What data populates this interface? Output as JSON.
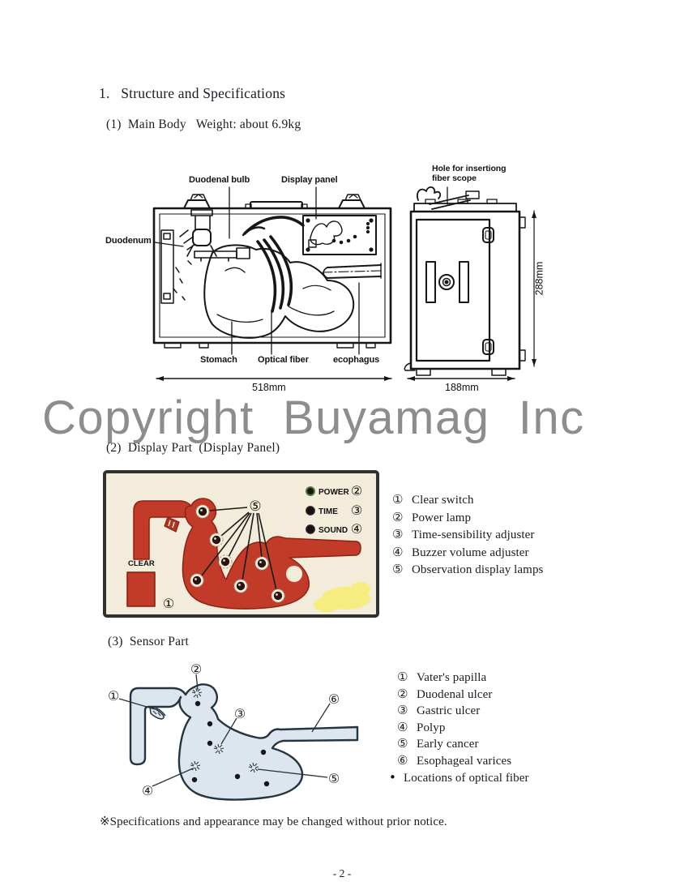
{
  "page": {
    "title": "1.   Structure and Specifications",
    "watermark": "Copyright  Buyamag  Inc",
    "footnote": "※Specifications and appearance may be changed without prior notice.",
    "page_number": "- 2 -"
  },
  "main_body": {
    "heading": "(1)  Main Body   Weight: about 6.9kg",
    "labels": {
      "duodenal_bulb": "Duodenal bulb",
      "display_panel": "Display panel",
      "hole_for_fiber": "Hole for insertiong\nfiber scope",
      "duodenum": "Duodenum",
      "stomach": "Stomach",
      "optical_fiber": "Optical fiber",
      "esophagus": "ecophagus"
    },
    "dimensions": {
      "front_width": "518mm",
      "side_width": "188mm",
      "side_height": "288mm"
    }
  },
  "display_part": {
    "heading": "(2)  Display Part  (Display Panel)",
    "panel": {
      "clear_button": "CLEAR",
      "lamps": [
        "POWER",
        "TIME",
        "SOUND"
      ],
      "lamp_numbers": [
        "②",
        "③",
        "④"
      ],
      "clear_number": "①",
      "observation_number": "⑤"
    },
    "legend": [
      {
        "num": "①",
        "label": "Clear switch"
      },
      {
        "num": "②",
        "label": "Power lamp"
      },
      {
        "num": "③",
        "label": "Time-sensibility adjuster"
      },
      {
        "num": "④",
        "label": "Buzzer volume adjuster"
      },
      {
        "num": "⑤",
        "label": "Observation display lamps"
      }
    ]
  },
  "sensor_part": {
    "heading": "(3)  Sensor Part",
    "diagram_numbers": [
      "①",
      "②",
      "③",
      "④",
      "⑤",
      "⑥"
    ],
    "legend": [
      {
        "num": "①",
        "label": "Vater's papilla"
      },
      {
        "num": "②",
        "label": "Duodenal ulcer"
      },
      {
        "num": "③",
        "label": "Gastric ulcer"
      },
      {
        "num": "④",
        "label": "Polyp"
      },
      {
        "num": "⑤",
        "label": "Early cancer"
      },
      {
        "num": "⑥",
        "label": "Esophageal varices"
      }
    ],
    "bullet_note": "Locations of optical fiber"
  },
  "colors": {
    "stomach_red": "#c23b28",
    "red_edge": "#8e2114",
    "panel_cream": "#f3ecda",
    "watermark_gray": "#8d8d8d",
    "sensor_fill": "#dde5ee",
    "stain_yellow": "#f8ec66"
  }
}
